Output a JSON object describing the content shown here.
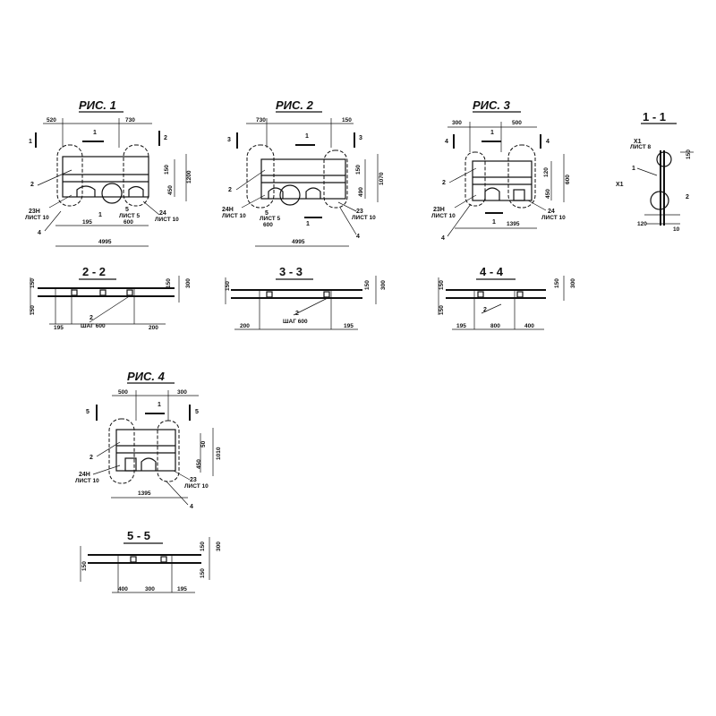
{
  "figures": {
    "fig1": {
      "title": "РИС. 1",
      "dims": {
        "top_left": "520",
        "top_right": "730",
        "right_upper": "150",
        "right_mid": "450",
        "right_total": "1200",
        "bottom_offset": "195",
        "total": "4995"
      },
      "labels": {
        "section_left": "1",
        "section_right": "2",
        "section_top": "1",
        "pos_2": "2",
        "pos_1": "1",
        "pos_23": "23Н",
        "pos_23_sheet": "ЛИСТ 10",
        "pos_5": "5",
        "pos_5_sheet": "ЛИСТ 5",
        "pos_5_step": "600",
        "pos_24": "24",
        "pos_24_sheet": "ЛИСТ 10",
        "pos_4": "4"
      }
    },
    "fig2": {
      "title": "РИС. 2",
      "dims": {
        "top_left": "730",
        "top_right": "150",
        "right_upper": "150",
        "right_mid": "490",
        "right_total": "1070",
        "total": "4995"
      },
      "labels": {
        "section_left": "3",
        "section_right": "3",
        "section_top": "1",
        "pos_2": "2",
        "pos_24": "24Н",
        "pos_24_sheet": "ЛИСТ 10",
        "pos_5": "5",
        "pos_5_sheet": "ЛИСТ 5",
        "pos_5_step": "600",
        "pos_1": "1",
        "pos_4": "4",
        "pos_23": "23",
        "pos_23_sheet": "ЛИСТ 10"
      }
    },
    "fig3": {
      "title": "РИС. 3",
      "dims": {
        "top_left": "300",
        "top_right": "500",
        "right_upper": "120",
        "right_mid": "450",
        "right_total": "600",
        "total": "1395"
      },
      "labels": {
        "section_left": "4",
        "section_right": "4",
        "section_top": "1",
        "pos_2": "2",
        "pos_23": "23Н",
        "pos_23_sheet": "ЛИСТ 10",
        "pos_1": "1",
        "pos_24": "24",
        "pos_24_sheet": "ЛИСТ 10",
        "pos_4": "4"
      }
    },
    "fig4": {
      "title": "РИС. 4",
      "dims": {
        "top_left": "500",
        "top_right": "300",
        "right_upper": "50",
        "right_mid": "450",
        "right_total": "1010",
        "total": "1395"
      },
      "labels": {
        "section_left": "5",
        "section_right": "5",
        "section_top": "1",
        "pos_2": "2",
        "pos_24": "24Н",
        "pos_24_sheet": "ЛИСТ 10",
        "pos_23": "23",
        "pos_23_sheet": "ЛИСТ 10",
        "pos_4": "4"
      }
    }
  },
  "detail_1_1": {
    "title": "1 - 1",
    "labels": {
      "pos_2": "2",
      "pos_x1": "Х1",
      "pos_x1_sheet": "ЛИСТ 8",
      "pos_1": "1",
      "pos_xh": "Х1",
      "dim_150": "150",
      "dim_bottom": "120",
      "dim_right": "10"
    }
  },
  "sections": {
    "s22": {
      "title": "2 - 2",
      "dims": {
        "left_upper": "150",
        "left_lower": "150",
        "right_upper": "150",
        "right_total": "300",
        "bottom_left": "195",
        "bottom_right": "200"
      },
      "labels": {
        "pos_2": "2",
        "step": "ШАГ 600"
      }
    },
    "s33": {
      "title": "3 - 3",
      "dims": {
        "left": "150",
        "right_upper": "150",
        "right_total": "300",
        "bottom_left": "200",
        "bottom_right": "195"
      },
      "labels": {
        "pos_2": "2",
        "step": "ШАГ 600"
      }
    },
    "s44": {
      "title": "4 - 4",
      "dims": {
        "left_upper": "150",
        "left_lower": "150",
        "right_upper": "150",
        "right_total": "300",
        "bottom_left": "195",
        "bottom_mid": "800",
        "bottom_right": "400"
      },
      "labels": {
        "pos_2": "2"
      }
    },
    "s55": {
      "title": "5 - 5",
      "dims": {
        "left": "150",
        "right_upper": "150",
        "right_lower": "150",
        "right_total": "300",
        "bottom_left": "400",
        "bottom_mid": "300",
        "bottom_right": "195"
      }
    }
  }
}
